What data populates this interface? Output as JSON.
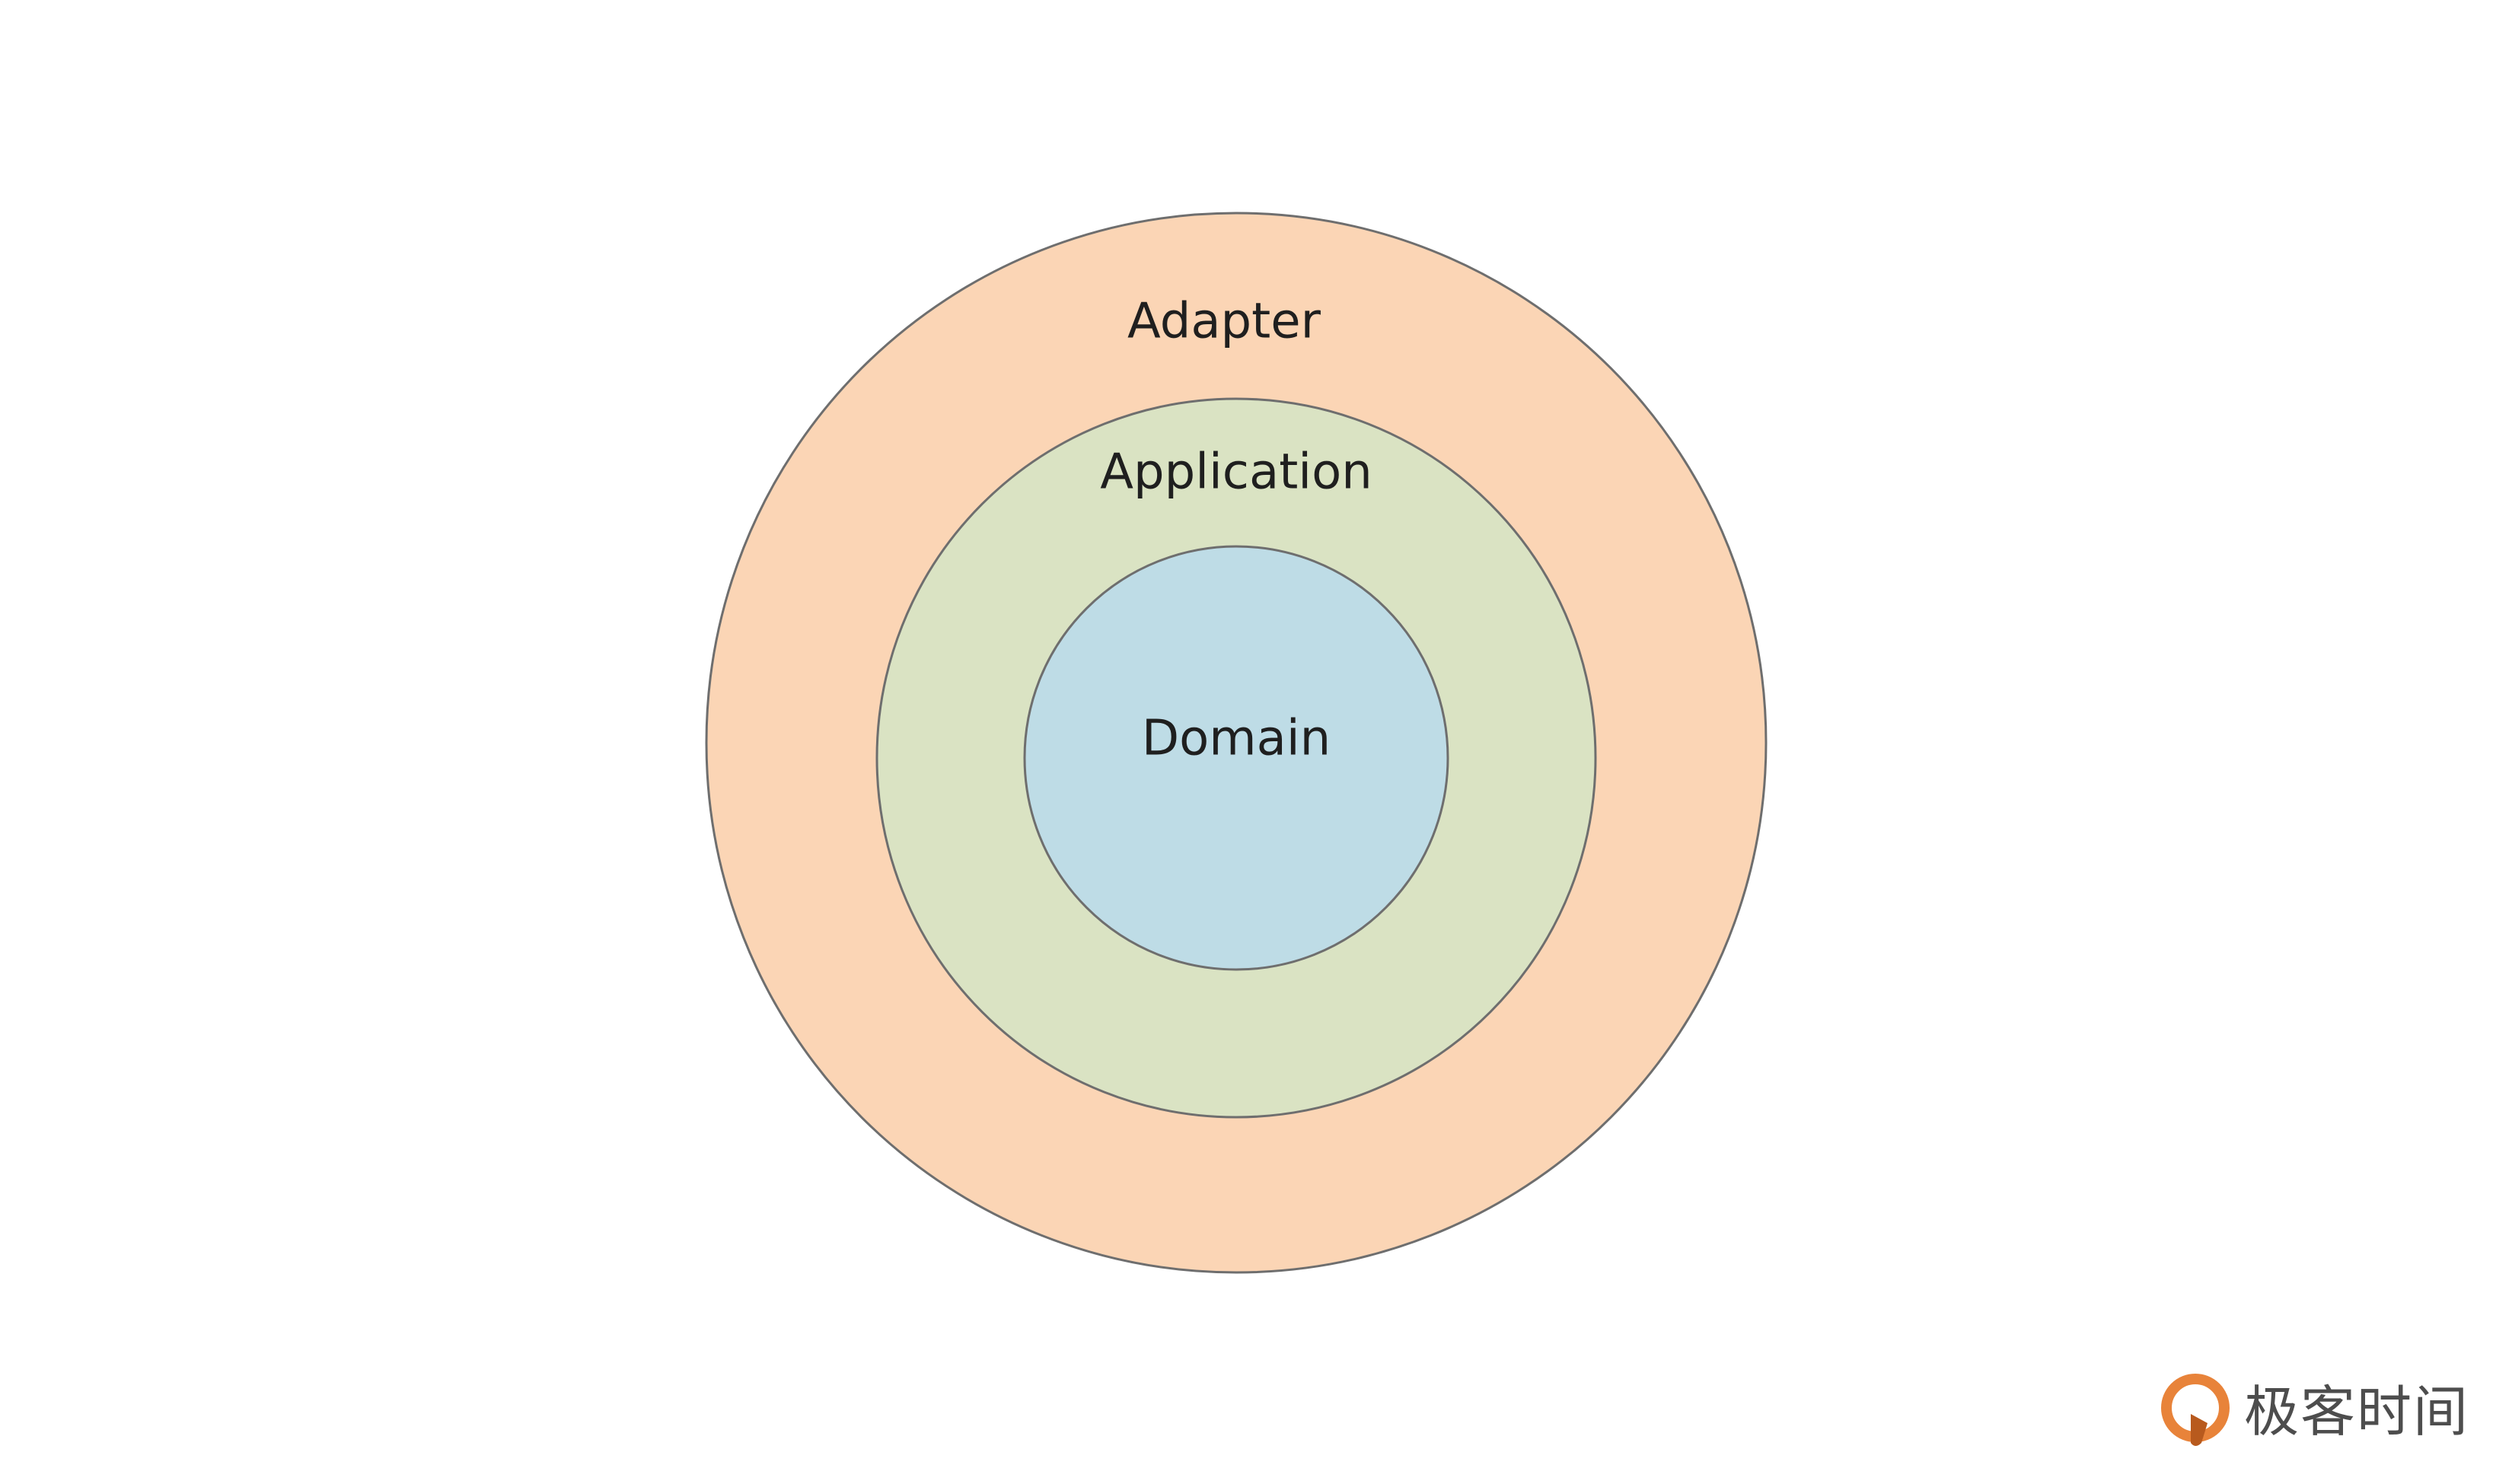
{
  "layers": [
    {
      "id": "adapter",
      "label": "Adapter",
      "fill": "#FBD5B5",
      "stroke": "#6e6e6e"
    },
    {
      "id": "application",
      "label": "Application",
      "fill": "#DAE3C3",
      "stroke": "#6e6e6e"
    },
    {
      "id": "domain",
      "label": "Domain",
      "fill": "#BEDCE6",
      "stroke": "#6e6e6e"
    }
  ],
  "watermark": {
    "text": "极客时间",
    "icon": "geektime-logo-icon",
    "colors": {
      "logo_primary": "#E8833A",
      "logo_secondary": "#B85A1E",
      "text": "#4d4d4d"
    }
  }
}
